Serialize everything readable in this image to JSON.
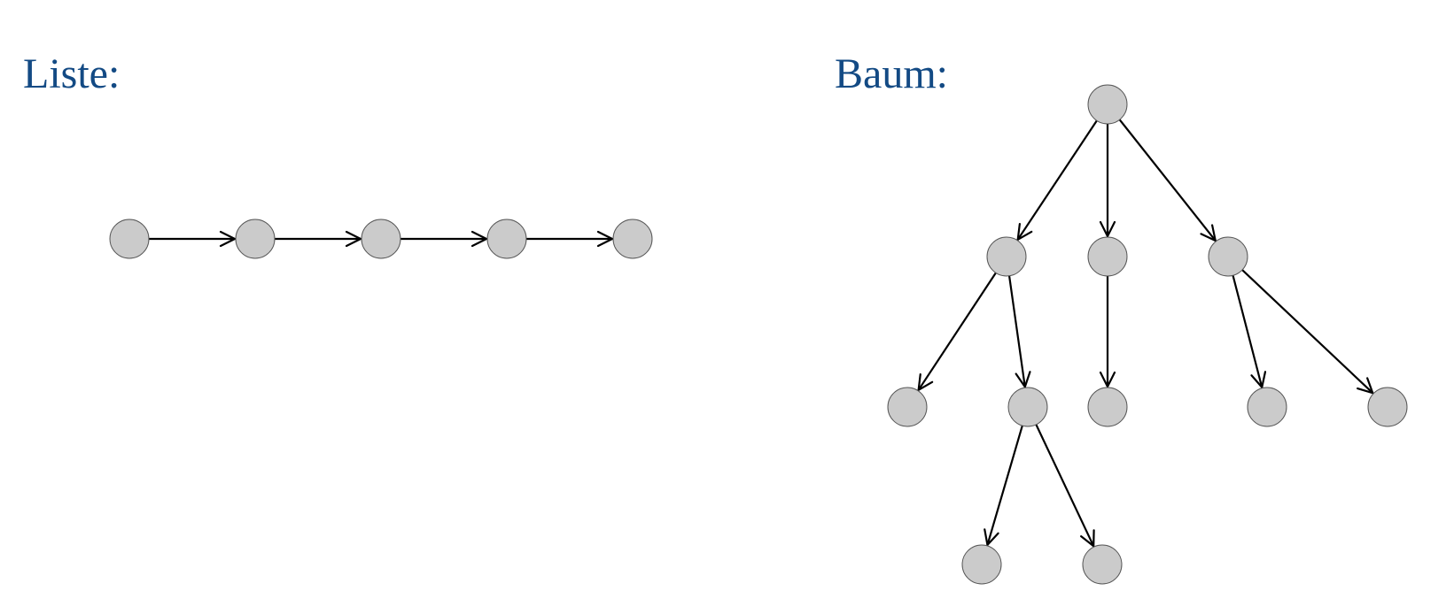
{
  "list": {
    "title": "Liste:",
    "nodes": [
      "l1",
      "l2",
      "l3",
      "l4",
      "l5"
    ],
    "edges": [
      [
        "l1",
        "l2"
      ],
      [
        "l2",
        "l3"
      ],
      [
        "l3",
        "l4"
      ],
      [
        "l4",
        "l5"
      ]
    ]
  },
  "tree": {
    "title": "Baum:",
    "nodes": [
      "root",
      "a",
      "b",
      "c",
      "a1",
      "a2",
      "b1",
      "c1",
      "c2",
      "a2x",
      "a2y"
    ],
    "edges": [
      [
        "root",
        "a"
      ],
      [
        "root",
        "b"
      ],
      [
        "root",
        "c"
      ],
      [
        "a",
        "a1"
      ],
      [
        "a",
        "a2"
      ],
      [
        "b",
        "b1"
      ],
      [
        "c",
        "c1"
      ],
      [
        "c",
        "c2"
      ],
      [
        "a2",
        "a2x"
      ],
      [
        "a2",
        "a2y"
      ]
    ]
  },
  "colors": {
    "heading": "#134A84",
    "node_fill": "#cbcbcb",
    "node_stroke": "#555555",
    "edge": "#000000"
  }
}
